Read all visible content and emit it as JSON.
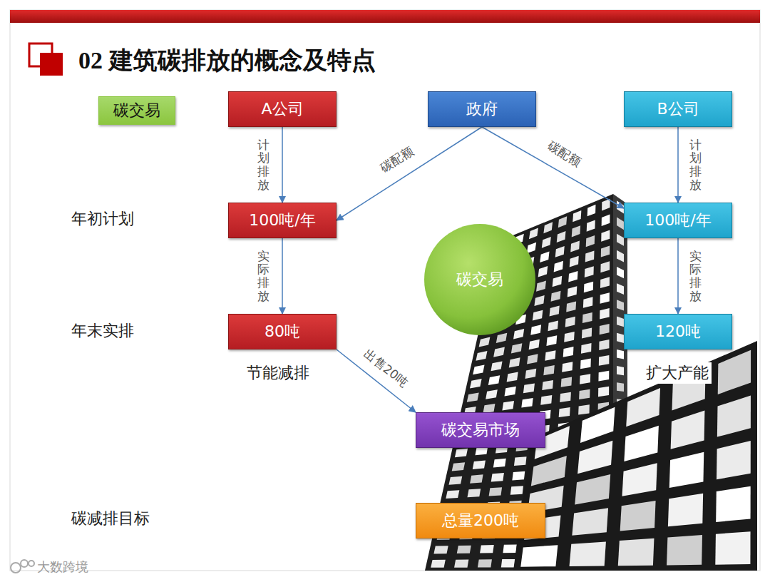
{
  "diagram": {
    "title": "02 建筑碳排放的概念及特点",
    "nodes": [
      {
        "text": [
          "碳交易"
        ]
      },
      {
        "text": [
          "A公司"
        ]
      },
      {
        "text": [
          "政府"
        ]
      },
      {
        "text": [
          "B公司"
        ]
      },
      {
        "text": [
          "100吨/年"
        ]
      },
      {
        "text": [
          "100吨/年"
        ]
      },
      {
        "text": [
          "碳交易"
        ]
      },
      {
        "text": [
          "80吨"
        ]
      },
      {
        "text": [
          "120吨"
        ]
      },
      {
        "text": [
          "碳交易市场"
        ]
      },
      {
        "text": [
          "总量200吨"
        ]
      }
    ],
    "edges": [
      {
        "from": 1,
        "to": 4,
        "arrow": "to",
        "label": "计划排放"
      },
      {
        "from": 2,
        "to": 4,
        "arrow": "to",
        "label": "碳配额"
      },
      {
        "from": 2,
        "to": 5,
        "arrow": "to",
        "label": "碳配额"
      },
      {
        "from": 3,
        "to": 5,
        "arrow": "to",
        "label": "计划排放"
      },
      {
        "from": 4,
        "to": 7,
        "arrow": "to",
        "label": "实际排放"
      },
      {
        "from": 5,
        "to": 8,
        "arrow": "to",
        "label": "实际排放"
      },
      {
        "from": 7,
        "to": 9,
        "arrow": "to",
        "label": "出售20吨"
      }
    ],
    "labels": [
      "年初计划",
      "年末实排",
      "节能减排",
      "扩大产能",
      "碳减排目标",
      "大数跨境"
    ]
  }
}
